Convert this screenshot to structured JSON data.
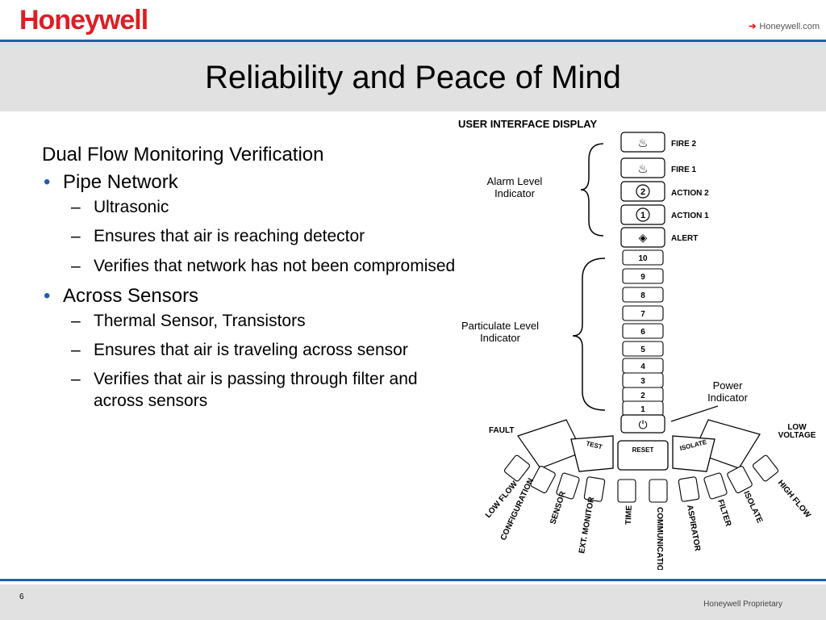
{
  "header": {
    "logo": "Honeywell",
    "link": "Honeywell.com",
    "link_arrow": "➔"
  },
  "slide": {
    "title": "Reliability and Peace of Mind",
    "intro": "Dual Flow Monitoring Verification",
    "bullets": [
      {
        "text": "Pipe Network",
        "subs": [
          "Ultrasonic",
          "Ensures that air is reaching detector",
          "Verifies that network has not been compromised"
        ]
      },
      {
        "text": "Across Sensors",
        "subs": [
          "Thermal Sensor, Transistors",
          "Ensures that air is traveling across sensor",
          "Verifies that air is passing through filter and across sensors"
        ]
      }
    ],
    "bullet_char": "•",
    "dash_char": "–"
  },
  "diagram": {
    "heading": "USER INTERFACE DISPLAY",
    "alarm_label": [
      "Alarm Level",
      "Indicator"
    ],
    "particulate_label": [
      "Particulate Level",
      "Indicator"
    ],
    "power_label": [
      "Power",
      "Indicator"
    ],
    "alarm_items": [
      {
        "icon": "flame-icon",
        "symbol": "♨",
        "label": "FIRE  2"
      },
      {
        "icon": "flame-icon",
        "symbol": "♨",
        "label": "FIRE  1"
      },
      {
        "icon": "circle-two-icon",
        "symbol": "2",
        "label": "ACTION  2"
      },
      {
        "icon": "circle-one-icon",
        "symbol": "1",
        "label": "ACTION  1"
      },
      {
        "icon": "alert-icon",
        "symbol": "◈",
        "label": "ALERT"
      }
    ],
    "level_items": [
      "10",
      "9",
      "8",
      "7",
      "6",
      "5",
      "4",
      "3",
      "2",
      "1"
    ],
    "power_symbol": "⏻",
    "fault_label": "FAULT",
    "low_voltage_label": [
      "LOW",
      "VOLTAGE"
    ],
    "buttons": [
      "TEST",
      "RESET",
      "ISOLATE"
    ],
    "fan_labels": [
      "LOW FLOW",
      "CONFIGURATION",
      "SENSOR",
      "EXT. MONITOR",
      "TIME",
      "COMMUNICATION",
      "ASPIRATOR",
      "FILTER",
      "ISOLATE",
      "HIGH FLOW"
    ]
  },
  "footer": {
    "page_number": "6",
    "proprietary": "Honeywell Proprietary"
  },
  "colors": {
    "brand_red": "#dc1e26",
    "rule_blue": "#1f5fae",
    "band_gray": "#e1e1e1"
  }
}
